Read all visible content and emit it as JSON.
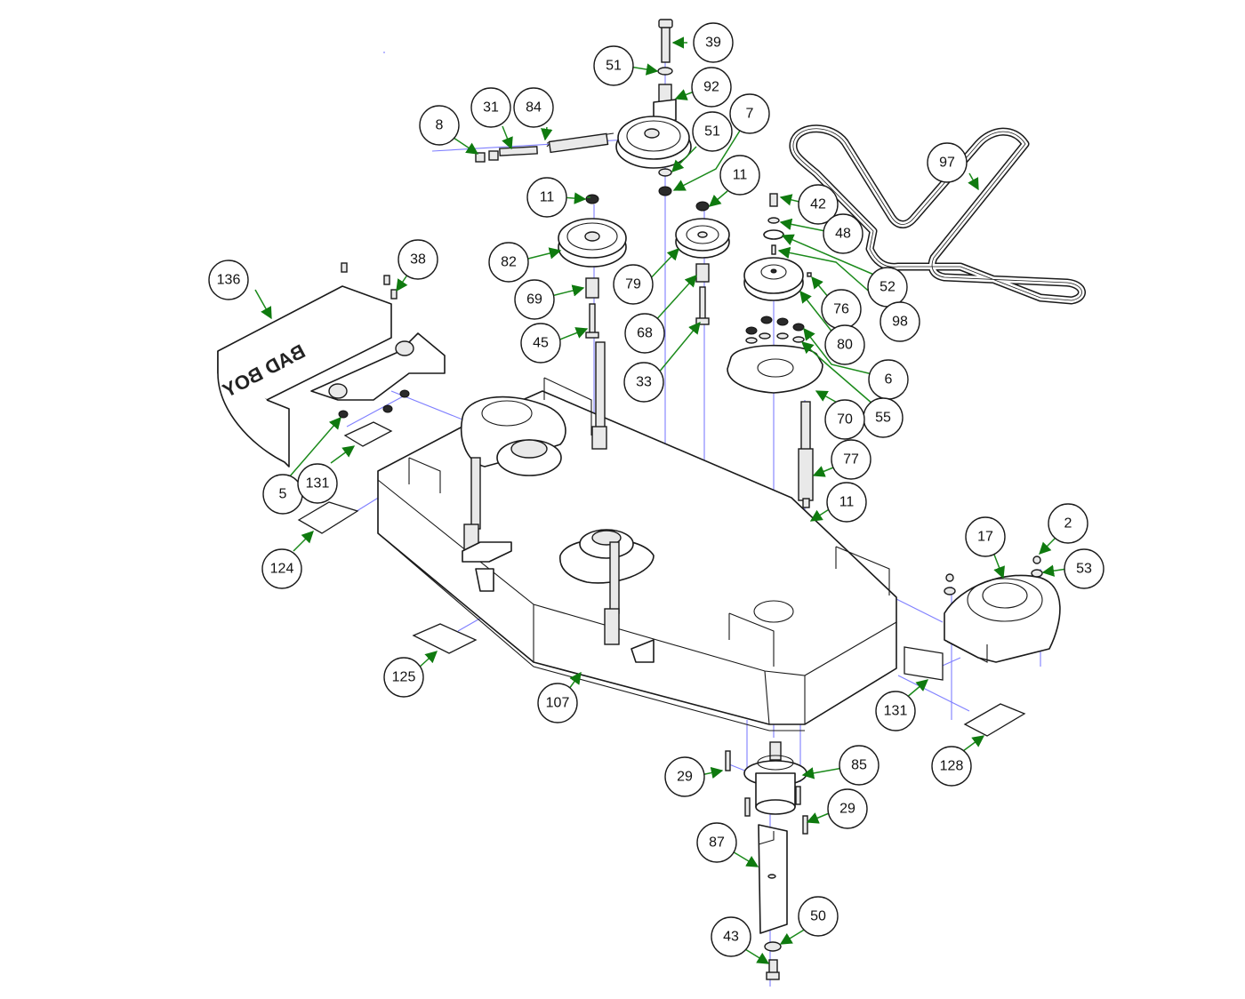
{
  "diagram": {
    "title": "Mower deck exploded parts view",
    "leader_color": "#1b8a1b",
    "axis_color": "#7f7fff",
    "deck_logo_text": "BAD BOY",
    "callouts": [
      {
        "id": "c39",
        "label": "39"
      },
      {
        "id": "c51a",
        "label": "51"
      },
      {
        "id": "c92",
        "label": "92"
      },
      {
        "id": "c8",
        "label": "8"
      },
      {
        "id": "c31",
        "label": "31"
      },
      {
        "id": "c84",
        "label": "84"
      },
      {
        "id": "c51b",
        "label": "51"
      },
      {
        "id": "c7",
        "label": "7"
      },
      {
        "id": "c11a",
        "label": "11"
      },
      {
        "id": "c11b",
        "label": "11"
      },
      {
        "id": "c97",
        "label": "97"
      },
      {
        "id": "c42",
        "label": "42"
      },
      {
        "id": "c48",
        "label": "48"
      },
      {
        "id": "c52",
        "label": "52"
      },
      {
        "id": "c98",
        "label": "98"
      },
      {
        "id": "c76",
        "label": "76"
      },
      {
        "id": "c80",
        "label": "80"
      },
      {
        "id": "c6",
        "label": "6"
      },
      {
        "id": "c55",
        "label": "55"
      },
      {
        "id": "c70",
        "label": "70"
      },
      {
        "id": "c82",
        "label": "82"
      },
      {
        "id": "c69",
        "label": "69"
      },
      {
        "id": "c79",
        "label": "79"
      },
      {
        "id": "c68",
        "label": "68"
      },
      {
        "id": "c45",
        "label": "45"
      },
      {
        "id": "c33",
        "label": "33"
      },
      {
        "id": "c136",
        "label": "136"
      },
      {
        "id": "c38",
        "label": "38"
      },
      {
        "id": "c5",
        "label": "5"
      },
      {
        "id": "c131a",
        "label": "131"
      },
      {
        "id": "c124",
        "label": "124"
      },
      {
        "id": "c77",
        "label": "77"
      },
      {
        "id": "c11c",
        "label": "11"
      },
      {
        "id": "c17",
        "label": "17"
      },
      {
        "id": "c2",
        "label": "2"
      },
      {
        "id": "c53",
        "label": "53"
      },
      {
        "id": "c125",
        "label": "125"
      },
      {
        "id": "c107",
        "label": "107"
      },
      {
        "id": "c131b",
        "label": "131"
      },
      {
        "id": "c128",
        "label": "128"
      },
      {
        "id": "c29a",
        "label": "29"
      },
      {
        "id": "c85",
        "label": "85"
      },
      {
        "id": "c29b",
        "label": "29"
      },
      {
        "id": "c87",
        "label": "87"
      },
      {
        "id": "c50",
        "label": "50"
      },
      {
        "id": "c43",
        "label": "43"
      }
    ]
  }
}
